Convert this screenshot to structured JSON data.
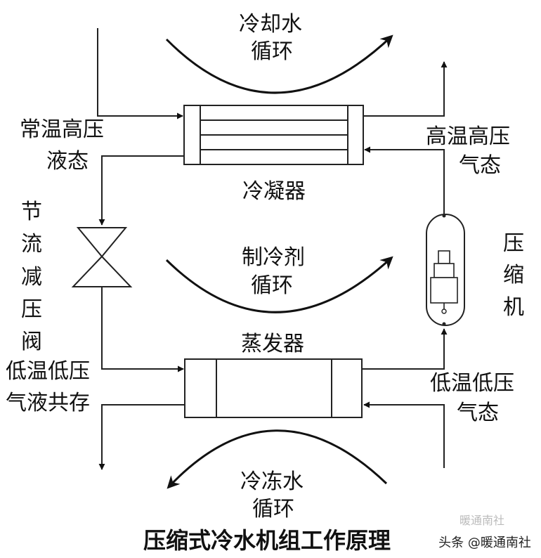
{
  "diagram": {
    "cooling_water_cycle": [
      "冷却水",
      "循环"
    ],
    "condenser": "冷凝器",
    "refrigerant_cycle": [
      "制冷剂",
      "循环"
    ],
    "evaporator": "蒸发器",
    "chilled_water_cycle": [
      "冷冻水",
      "循环"
    ],
    "liquid_ht_hp": [
      "常温高压",
      "液态"
    ],
    "gas_ht_hp": [
      "高温高压",
      "气态"
    ],
    "expansion_valve": [
      "节",
      "流",
      "减",
      "压",
      "阀"
    ],
    "compressor": [
      "压",
      "缩",
      "机"
    ],
    "two_phase_lt_lp": [
      "低温低压",
      "气液共存"
    ],
    "gas_lt_lp": [
      "低温低压",
      "气态"
    ],
    "title": "压缩式冷水机组工作原理"
  },
  "watermark": {
    "text": "头条 @暖通南社",
    "faint_text": "暖通南社"
  }
}
